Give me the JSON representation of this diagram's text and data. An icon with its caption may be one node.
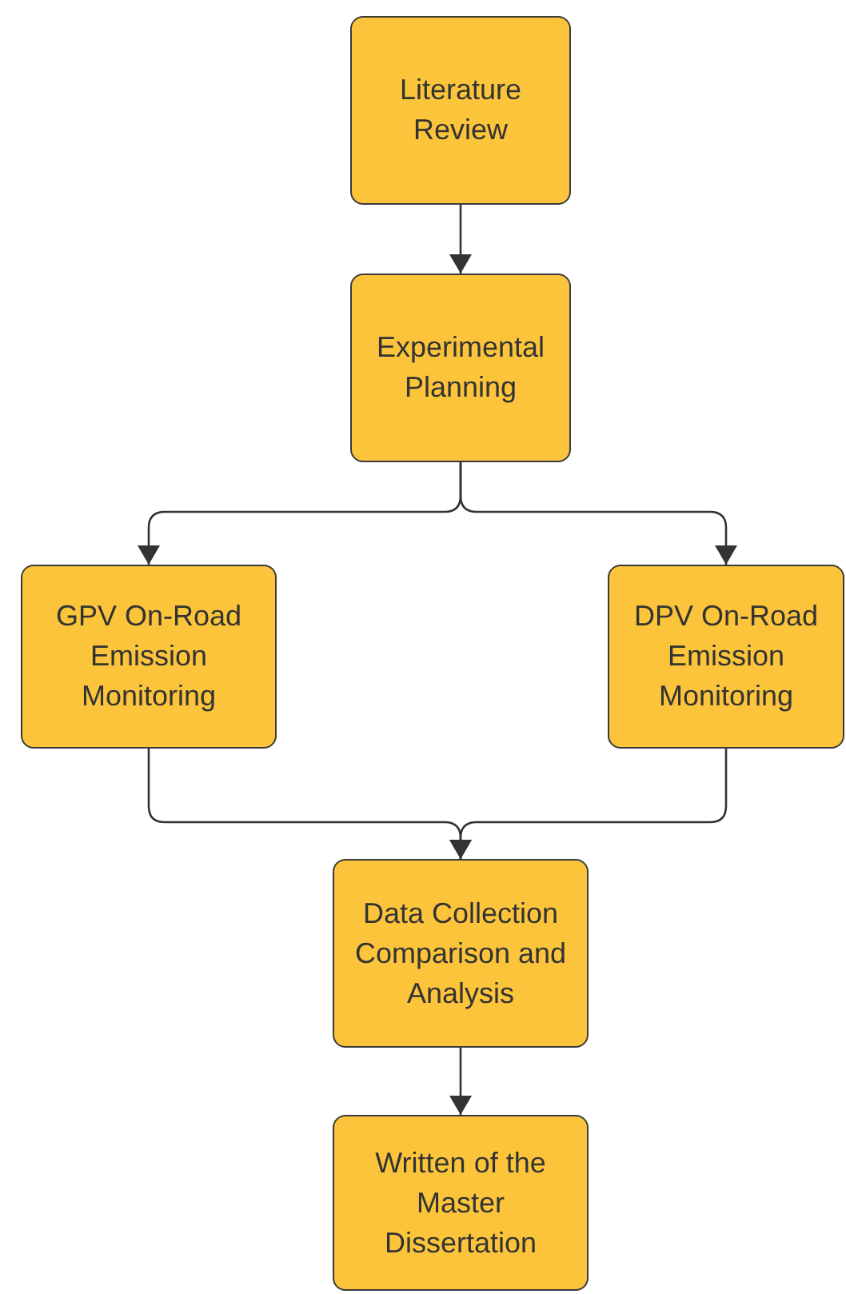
{
  "diagram": {
    "nodes": [
      {
        "text": [
          "Literature Review"
        ]
      },
      {
        "text": [
          "Experimental Planning"
        ]
      },
      {
        "text": [
          "GPV On-Road Emission Monitoring"
        ]
      },
      {
        "text": [
          "DPV On-Road Emission Monitoring"
        ]
      },
      {
        "text": [
          "Data Collection Comparison and Analysis"
        ]
      },
      {
        "text": [
          "Written of the Master Dissertation"
        ]
      }
    ],
    "edges": [
      {
        "from": 0,
        "to": 1,
        "arrow": "to"
      },
      {
        "from": 1,
        "to": 2,
        "arrow": "to"
      },
      {
        "from": 1,
        "to": 3,
        "arrow": "to"
      },
      {
        "from": 2,
        "to": 4,
        "arrow": "to"
      },
      {
        "from": 3,
        "to": 4,
        "arrow": "to"
      },
      {
        "from": 4,
        "to": 5,
        "arrow": "to"
      }
    ]
  }
}
